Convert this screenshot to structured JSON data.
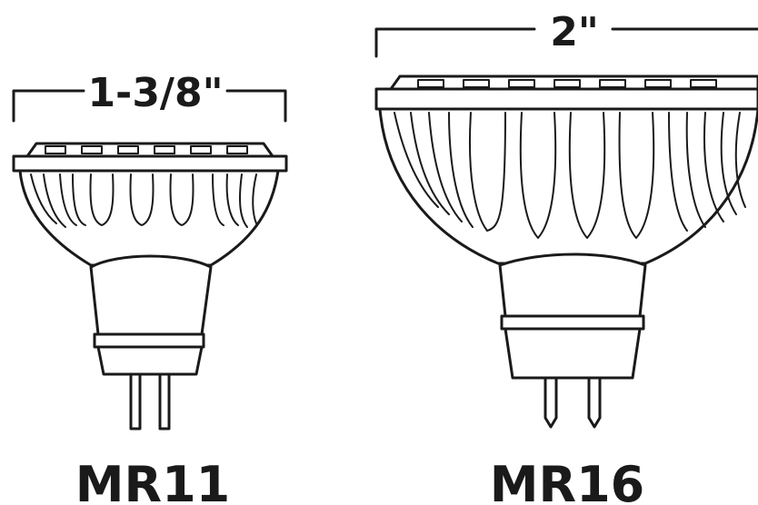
{
  "bulbs": [
    {
      "name": "MR11",
      "dimension": "1-3/8\""
    },
    {
      "name": "MR16",
      "dimension": "2\""
    }
  ]
}
